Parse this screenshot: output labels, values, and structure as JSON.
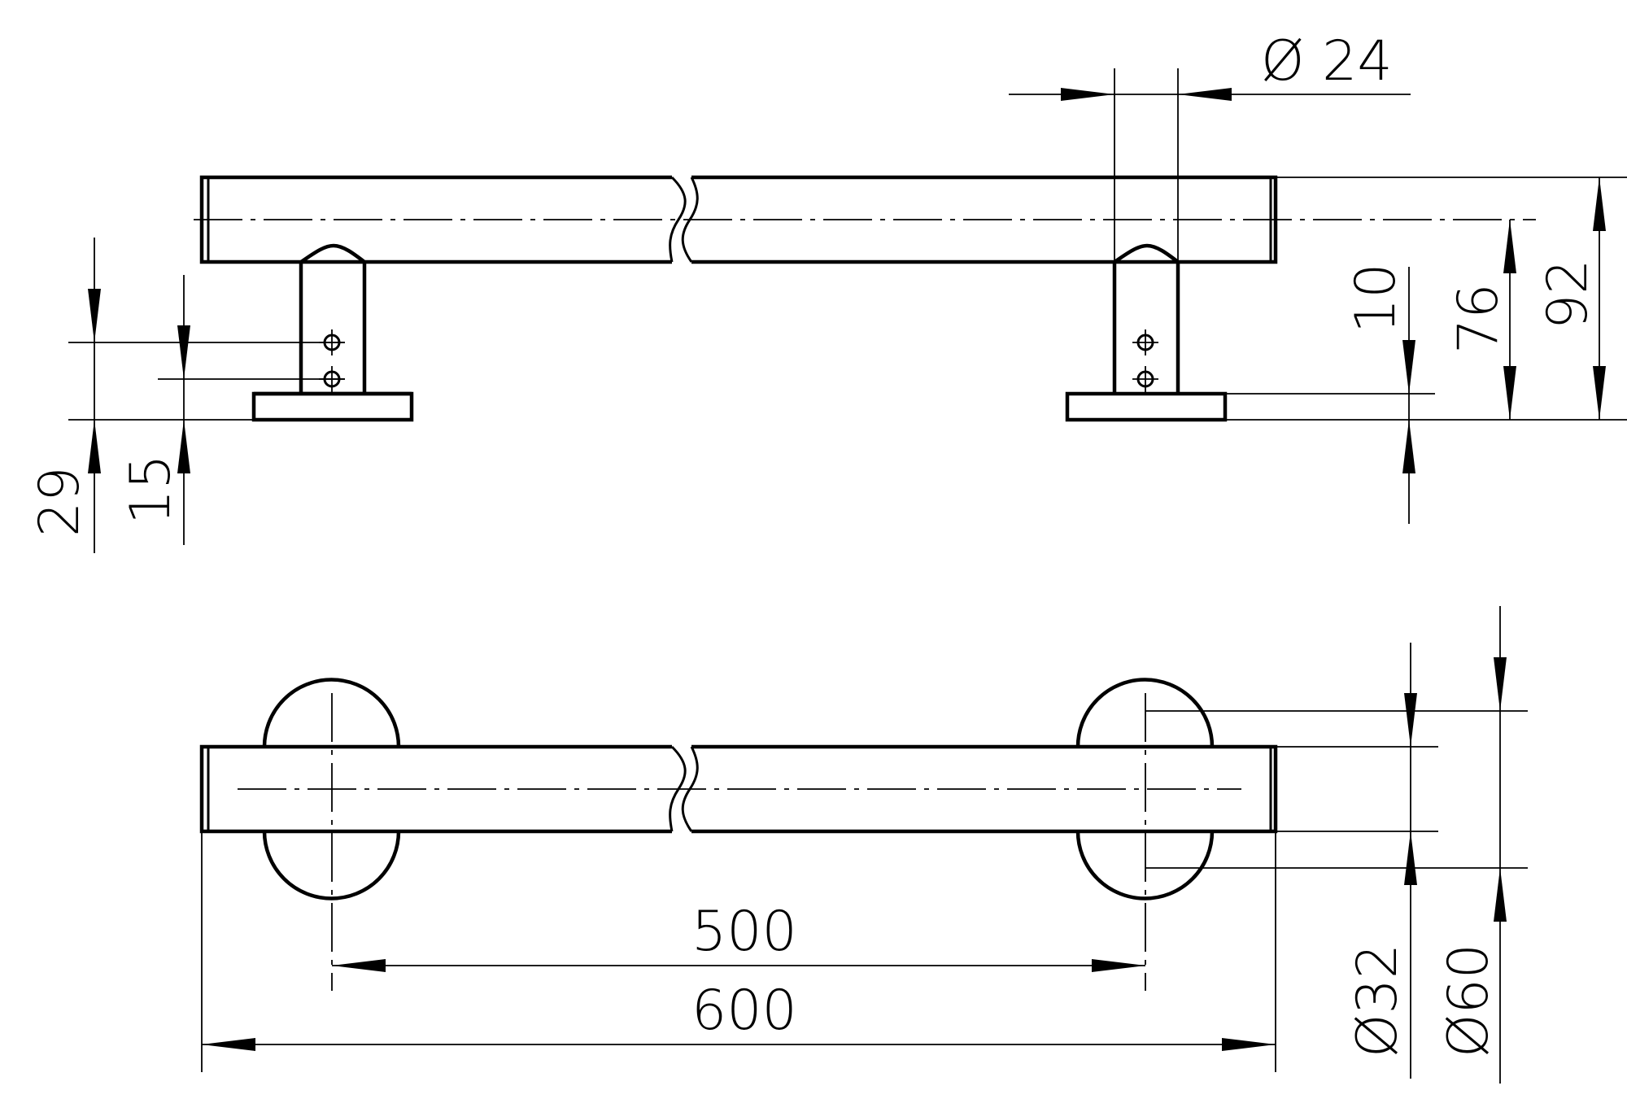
{
  "drawing": {
    "dimensions": {
      "tube_diameter": "Ø 24",
      "total_height": "92",
      "center_height": "76",
      "plate_thickness": "10",
      "hole_upper": "29",
      "hole_lower": "15",
      "center_spacing": "500",
      "overall_length": "600",
      "bar_diameter": "Ø32",
      "rosette_diameter": "Ø60"
    }
  }
}
